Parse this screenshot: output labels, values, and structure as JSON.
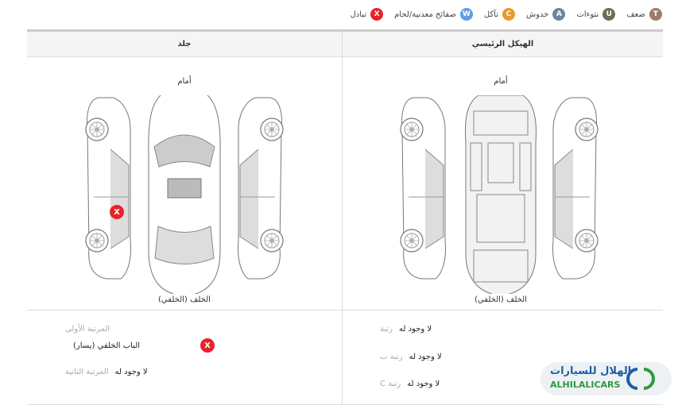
{
  "legend": [
    {
      "code": "T",
      "label": "ضعف",
      "color": "#a07a6c"
    },
    {
      "code": "U",
      "label": "نتوءات",
      "color": "#6b6e57"
    },
    {
      "code": "A",
      "label": "خدوش",
      "color": "#6e84a3"
    },
    {
      "code": "C",
      "label": "تآكل",
      "color": "#e89a2c"
    },
    {
      "code": "W",
      "label": "صفائح معدنية/لحام",
      "color": "#5f9ee0"
    },
    {
      "code": "X",
      "label": "تبادل",
      "color": "#e8232a"
    }
  ],
  "columns": {
    "main_structure": "الهيكل الرئيسي",
    "leather": "جلد"
  },
  "diagram": {
    "front": "أمام",
    "rear": "الخلف (الخلفي)",
    "marker": "X"
  },
  "leather_details": {
    "first_label": "المرتبة الأولى",
    "first_item": "الباب الخلفي (يسار)",
    "first_item_code": "X",
    "second_label": "المرتبة الثانية",
    "second_value": "لا وجود له"
  },
  "structure_details": [
    {
      "label": "رتبة",
      "value": "لا وجود له"
    },
    {
      "label": "رتبة ب",
      "value": "لا وجود له"
    },
    {
      "label": "رتبة C",
      "value": "لا وجود له"
    }
  ],
  "logo": {
    "arabic": "الهلال للسيارات",
    "english": "ALHILALICARS"
  }
}
